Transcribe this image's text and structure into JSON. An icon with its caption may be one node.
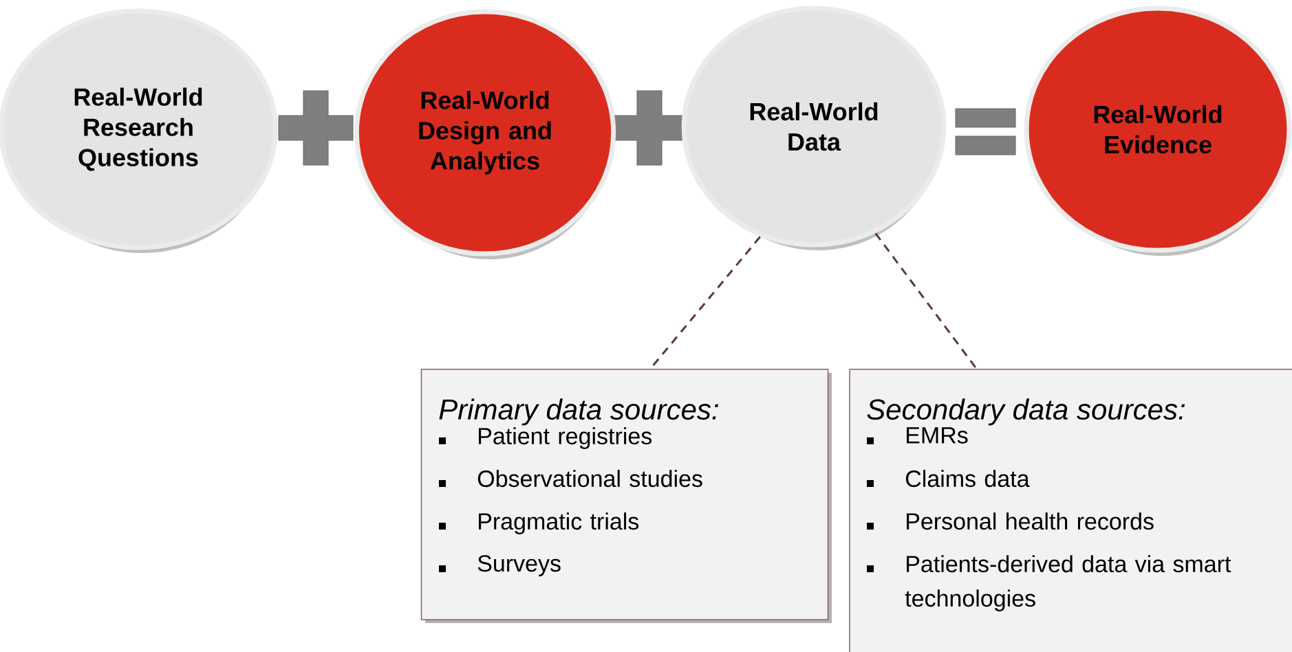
{
  "diagram": {
    "nodes": [
      {
        "text": [
          "Real-World Research Questions"
        ]
      },
      {
        "text": [
          "Real-World Design and Analytics"
        ]
      },
      {
        "text": [
          "Real-World Data"
        ]
      },
      {
        "text": [
          "Real-World Evidence"
        ]
      },
      {
        "text": [
          "Primary data sources:",
          "Patient registries",
          "Observational studies",
          "Pragmatic trials",
          "Surveys"
        ]
      },
      {
        "text": [
          "Secondary data sources:",
          "EMRs",
          "Claims data",
          "Personal health records",
          "Patients-derived data via smart technologies"
        ]
      }
    ],
    "edges": [
      {
        "from": 2,
        "to": 4,
        "arrow": "none",
        "style": "dashed"
      },
      {
        "from": 2,
        "to": 5,
        "arrow": "none",
        "style": "dashed"
      }
    ]
  }
}
